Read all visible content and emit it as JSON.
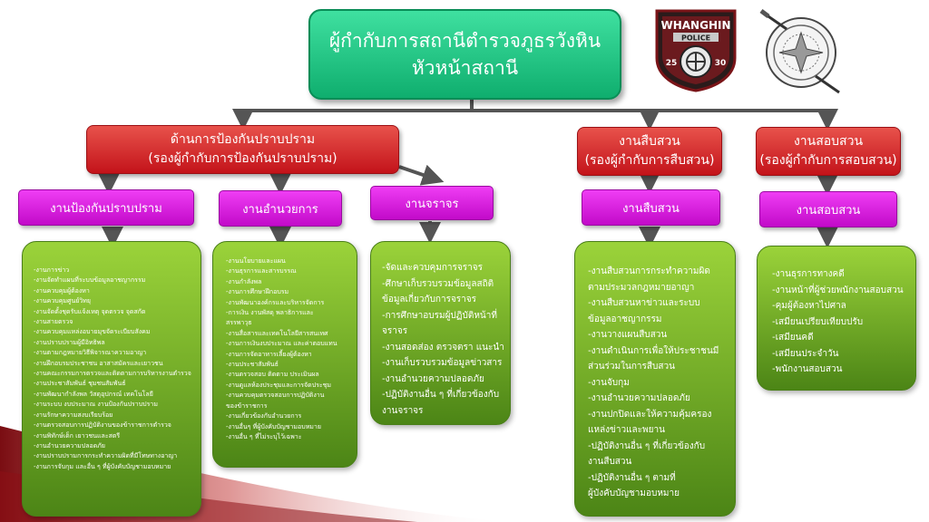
{
  "header": {
    "title_line1": "ผู้กำกับการสถานีตำรวจภูธรวังหิน",
    "title_line2": "หัวหน้าสถานี"
  },
  "logo": {
    "police_badge_text": "WHANGHIN",
    "police_badge_sub": "POLICE",
    "badge_left_num": "25",
    "badge_right_num": "30"
  },
  "deputies": [
    {
      "line1": "ด้านการป้องกันปราบปราม",
      "line2": "(รองผู้กำกับการป้องกันปราบปราม)"
    },
    {
      "line1": "งานสืบสวน",
      "line2": "(รองผู้กำกับการสืบสวน)"
    },
    {
      "line1": "งานสอบสวน",
      "line2": "(รองผู้กำกับการสอบสวน)"
    }
  ],
  "units": [
    "งานป้องกันปราบปราม",
    "งานอำนวยการ",
    "งานจราจร",
    "งานสืบสวน",
    "งานสอบสวน"
  ],
  "duties": {
    "prevention": [
      "-งานการข่าว",
      "-งานจัดทำแผนที่ระบบข้อมูลอาชญากรรม",
      "-งานควบคุมผู้ต้องหา",
      "-งานควบคุมศูนย์วิทยุ",
      "-งานจัดตั้งชุดรับแจ้งเหตุ จุดตรวจ จุดสกัด",
      "-งานสายตรวจ",
      "-งานควบคุมแหล่งอบายมุขจัดระเบียบสังคม",
      "-งานปราบปรามผู้มีอิทธิพล",
      "-งานตามกฎหมายวิธีพิจารณาความอาญา",
      "-งานฝึกอบรมประชาชน อาสาสมัครและเยาวชน",
      "-งานคณะกรรมการตรวจและติดตามการบริหารงานตำรวจ",
      "-งานประชาสัมพันธ์ ชุมชนสัมพันธ์",
      "-งานพัฒนากำลังพล วัสดุอุปกรณ์ เทคโนโลยี",
      "-งานระบบ งบประมาณ งานป้องกันปราบปราม",
      "-งานรักษาความสงบเรียบร้อย",
      "-งานตรวจสอบการปฏิบัติงานของข้าราชการตำรวจ",
      "-งานพิทักษ์เด็ก เยาวชนและสตรี",
      "-งานอำนวยความปลอดภัย",
      "-งานปราบปรามการกระทำความผิดที่มีโทษทางอาญา",
      "-งานการจับกุม และอื่น ๆ ที่ผู้บังคับบัญชามอบหมาย"
    ],
    "admin": [
      "-งานนโยบายและแผน",
      "-งานธุรการและสารบรรณ",
      "-งานกำลังพล",
      "-งานการศึกษาฝึกอบรม",
      "-งานพัฒนาองค์กรและบริหารจัดการ",
      "-การเงิน งานพัสดุ พลาธิการและ",
      "สรรพาวุธ",
      "-งานสื่อสารและเทคโนโลยีสารสนเทศ",
      "-งานการเงินงบประมาณ และค่าตอบแทน",
      "-งานการจัดอาหารเลี้ยงผู้ต้องหา",
      "-งานประชาสัมพันธ์",
      "-งานตรวจสอบ ติดตาม ประเมินผล",
      "-งานดูแลห้องประชุมและการจัดประชุม",
      "-งานควบคุมตรวจสอบการปฏิบัติงาน",
      "ของข้าราชการ",
      "-งานเกี่ยวข้องกับอำนวยการ",
      "-งานอื่นๆ ที่ผู้บังคับบัญชามอบหมาย",
      "-งานอื่น ๆ ที่ไม่ระบุไว้เฉพาะ"
    ],
    "traffic": [
      "-จัดและควบคุมการจราจร",
      "-ศึกษาเก็บรวบรวมข้อมูลสถิติ",
      "ข้อมูลเกี่ยวกับการจราจร",
      "-การศึกษาอบรมผู้ปฏิบัติหน้าที่",
      "จราจร",
      "-งานสอดส่อง ตรวจตรา แนะนำ",
      "-งานเก็บรวบรวมข้อมูลข่าวสาร",
      "-งานอำนวยความปลอดภัย",
      "-ปฏิบัติงานอื่น ๆ ที่เกี่ยวข้องกับ",
      "งานจราจร"
    ],
    "investigation": [
      "-งานสืบสวนการกระทำความผิด",
      "ตามประมวลกฎหมายอาญา",
      "-งานสืบสวนหาข่าวและระบบ",
      "ข้อมูลอาชญากรรม",
      "-งานวางแผนสืบสวน",
      "-งานดำเนินการเพื่อให้ประชาชนมี",
      "ส่วนร่วมในการสืบสวน",
      "-งานจับกุม",
      "-งานอำนวยความปลอดภัย",
      "-งานปกปิดและให้ความคุ้มครอง",
      "แหล่งข่าวและพยาน",
      "-ปฏิบัติงานอื่น ๆ ที่เกี่ยวข้องกับ",
      "งานสืบสวน",
      "-ปฏิบัติงานอื่น ๆ ตามที่",
      "ผู้บังคับบัญชามอบหมาย"
    ],
    "inquiry": [
      "-งานธุรการทางคดี",
      "-งานหน้าที่ผู้ช่วยพนักงานสอบสวน",
      "-คุมผู้ต้องหาไปศาล",
      "-เสมียนเปรียบเทียบปรับ",
      "-เสมียนคดี",
      "-เสมียนประจำวัน",
      "-พนักงานสอบสวน"
    ]
  }
}
